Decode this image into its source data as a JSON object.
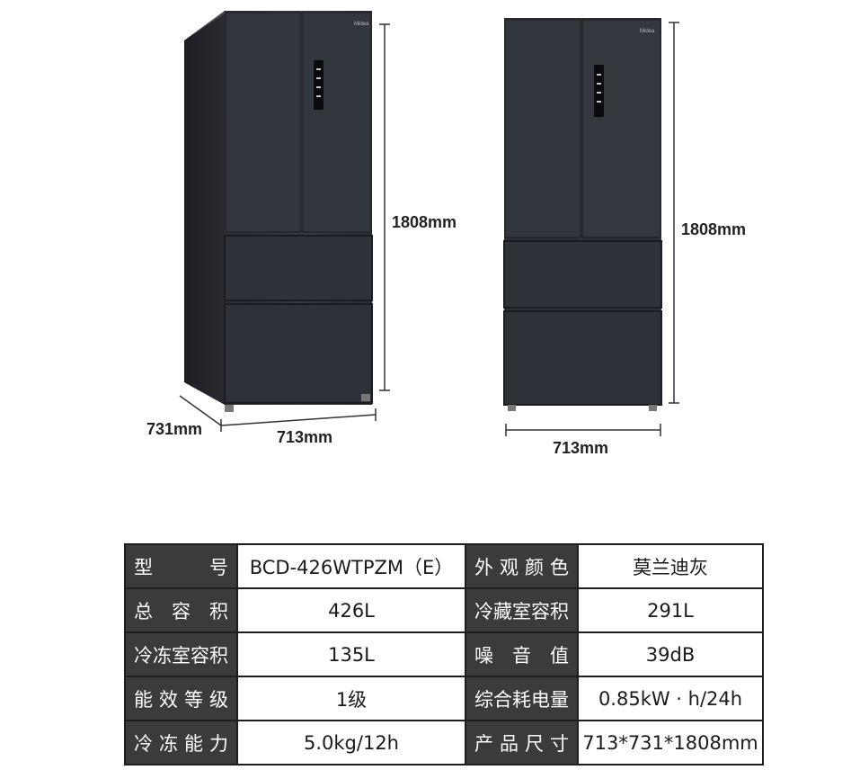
{
  "dimensions": {
    "left_height": "1808mm",
    "right_height": "1808mm",
    "left_depth": "731mm",
    "left_width": "713mm",
    "right_width": "713mm"
  },
  "brand": {
    "logo_text": "Midea"
  },
  "specs": {
    "rows": [
      {
        "label1": [
          "型",
          "号"
        ],
        "value1": "BCD-426WTPZM（E）",
        "label2": [
          "外",
          "观",
          "颜",
          "色"
        ],
        "value2": "莫兰迪灰"
      },
      {
        "label1": [
          "总",
          "容",
          "积"
        ],
        "value1": "426L",
        "label2": [
          "冷藏室容积"
        ],
        "value2": "291L"
      },
      {
        "label1": [
          "冷冻室容积"
        ],
        "value1": "135L",
        "label2": [
          "噪",
          "音",
          "值"
        ],
        "value2": "39dB"
      },
      {
        "label1": [
          "能",
          "效",
          "等",
          "级"
        ],
        "value1": "1级",
        "label2": [
          "综合耗电量"
        ],
        "value2": "0.85kW · h/24h"
      },
      {
        "label1": [
          "冷",
          "冻",
          "能",
          "力"
        ],
        "value1": "5.0kg/12h",
        "label2": [
          "产",
          "品",
          "尺",
          "寸"
        ],
        "value2": "713*731*1808mm"
      }
    ]
  },
  "colors": {
    "fridge_body": "#2f3138",
    "fridge_edge": "#1c1d22",
    "label_bg": "#3b3b3b",
    "border": "#1e1e1e"
  }
}
